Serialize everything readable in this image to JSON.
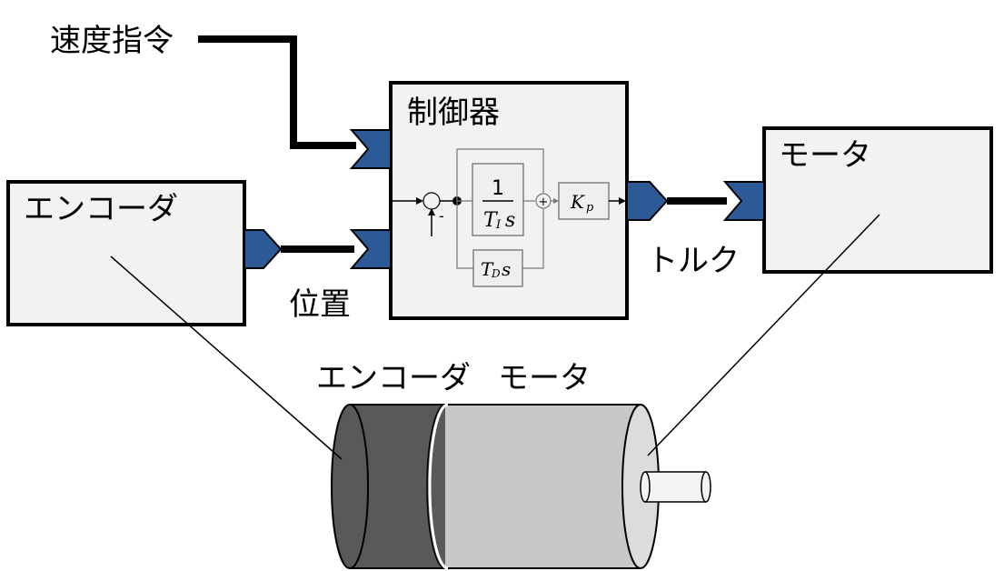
{
  "labels": {
    "speed_command": "速度指令",
    "position": "位置",
    "torque": "トルク"
  },
  "controller": {
    "title": "制御器",
    "integral_num": "1",
    "integral_den_T": "T",
    "integral_den_sub": "I",
    "integral_den_s": "s",
    "derivative_T": "T",
    "derivative_sub": "D",
    "derivative_s": "s",
    "gain_K": "K",
    "gain_sub": "p",
    "sum_sign_minus": "-",
    "sum_sign_plus": "+"
  },
  "encoder_box": {
    "title": "エンコーダ"
  },
  "motor_box": {
    "title": "モータ"
  },
  "device": {
    "encoder_label": "エンコーダ",
    "motor_label": "モータ"
  },
  "colors": {
    "connector": "#2c5a96",
    "box_fill": "#f2f2f2",
    "encoder_body": "#595959",
    "motor_body": "#c8c8c8",
    "motor_face": "#dcdcdc",
    "shaft": "#f4f4f4"
  }
}
